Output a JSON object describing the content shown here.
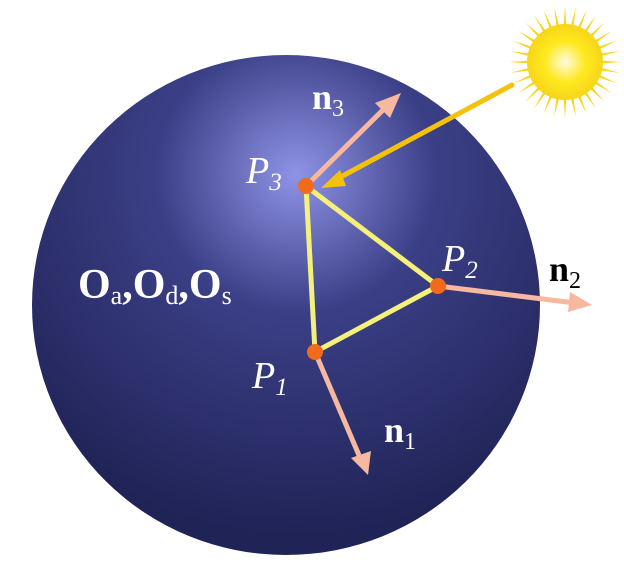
{
  "figure": {
    "colors": {
      "sphere_highlight": "#8f93e6",
      "sphere_mid": "#3b3f86",
      "sphere_dark": "#202356",
      "triangle_edge": "#f4f07a",
      "vertex_dot": "#f26a1b",
      "normal_arrow": "#f7b8a0",
      "light_ray": "#f4c20d",
      "sun_core": "#ffe81c",
      "sun_rays": "#f6d51b"
    },
    "icons": {
      "sun": "sun-icon"
    },
    "vertices": [
      {
        "id": "P1",
        "label": "P",
        "sub": "1"
      },
      {
        "id": "P2",
        "label": "P",
        "sub": "2"
      },
      {
        "id": "P3",
        "label": "P",
        "sub": "3"
      }
    ],
    "normals": [
      {
        "id": "n1",
        "label": "n",
        "sub": "1"
      },
      {
        "id": "n2",
        "label": "n",
        "sub": "2"
      },
      {
        "id": "n3",
        "label": "n",
        "sub": "3"
      }
    ],
    "material": {
      "parts": [
        {
          "label": "O",
          "sub": "a",
          "sep": ","
        },
        {
          "label": "O",
          "sub": "d",
          "sep": ","
        },
        {
          "label": "O",
          "sub": "s",
          "sep": ""
        }
      ]
    }
  }
}
